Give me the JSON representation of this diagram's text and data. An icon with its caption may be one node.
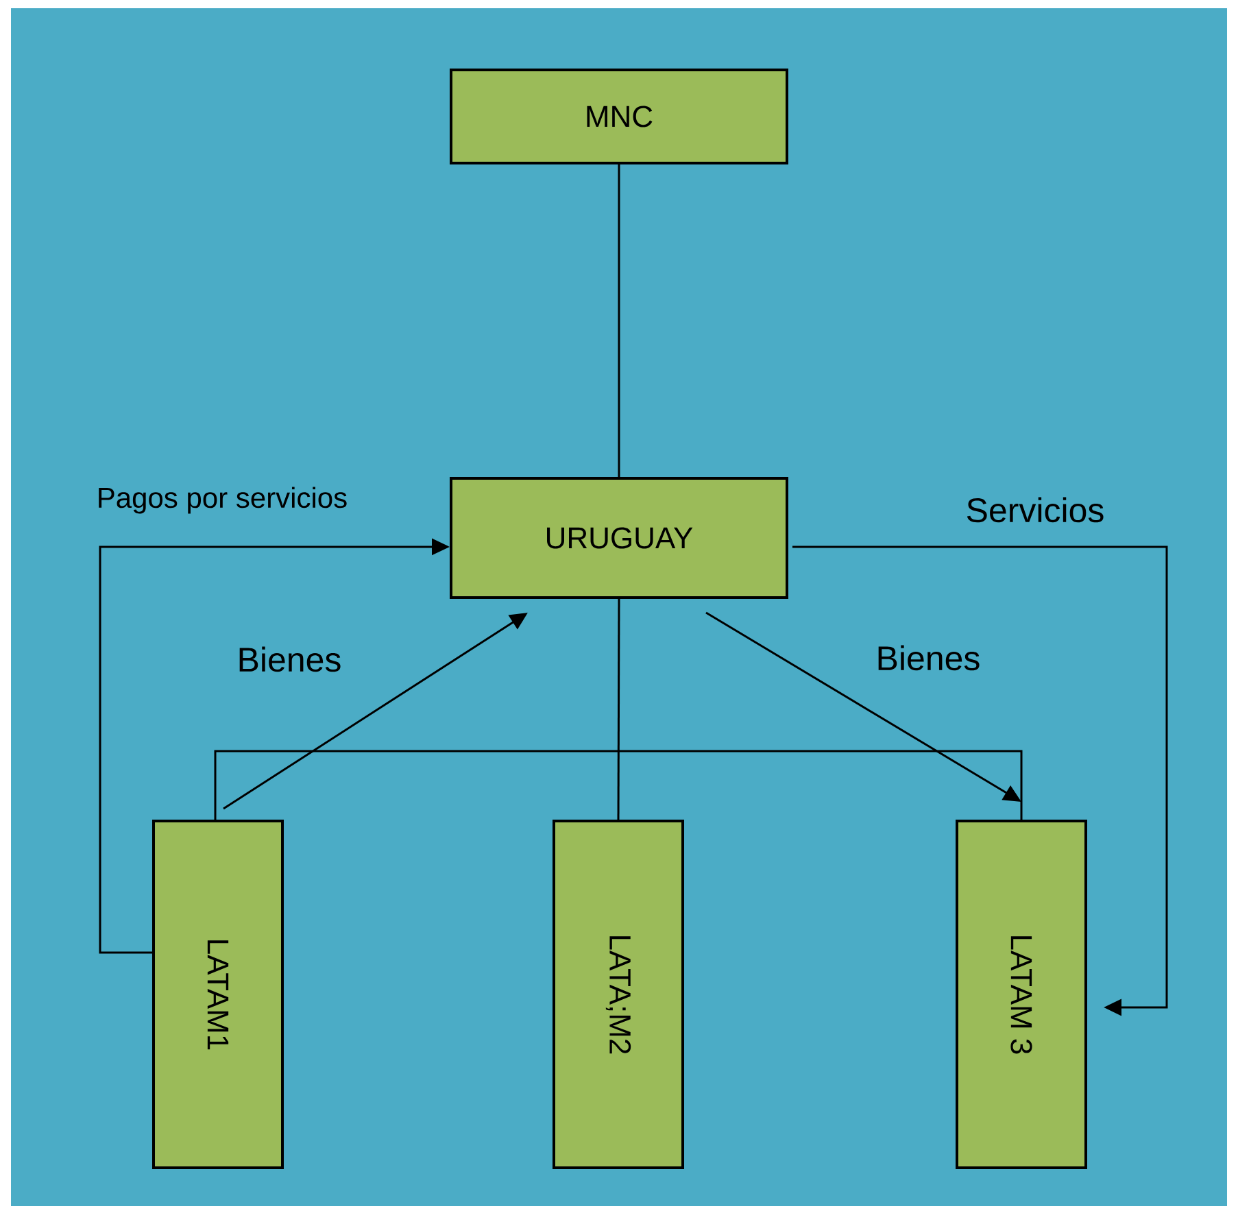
{
  "diagram": {
    "nodes": [
      {
        "text": [
          "MNC"
        ]
      },
      {
        "text": [
          "URUGUAY"
        ]
      },
      {
        "text": [
          "LATAM1"
        ]
      },
      {
        "text": [
          "LATA;M2"
        ]
      },
      {
        "text": [
          "LATAM 3"
        ]
      }
    ],
    "edges": [
      {
        "from": 0,
        "to": 1,
        "arrow": "none"
      },
      {
        "from": 1,
        "to": 3,
        "arrow": "none"
      },
      {
        "from": 2,
        "to": 4,
        "arrow": "none"
      },
      {
        "from": 2,
        "to": 1,
        "arrow": "to",
        "label": "Bienes"
      },
      {
        "from": 1,
        "to": 4,
        "arrow": "to",
        "label": "Bienes"
      },
      {
        "from": 2,
        "to": 1,
        "arrow": "to",
        "label": "Pagos por servicios"
      },
      {
        "from": 1,
        "to": 4,
        "arrow": "to",
        "label": "Servicios"
      }
    ]
  }
}
